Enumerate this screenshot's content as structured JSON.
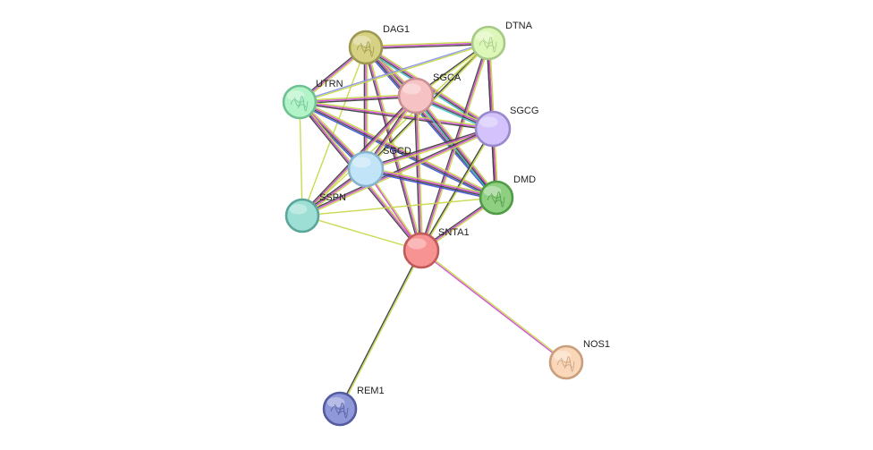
{
  "network": {
    "nodes": [
      {
        "id": "DAG1",
        "label": "DAG1",
        "fill": "#d7d283",
        "stroke": "#9d9852",
        "glyph": "structure"
      },
      {
        "id": "DTNA",
        "label": "DTNA",
        "fill": "#ddf7b8",
        "stroke": "#a6c986",
        "glyph": "structure"
      },
      {
        "id": "UTRN",
        "label": "UTRN",
        "fill": "#b2f3c8",
        "stroke": "#6fc193",
        "glyph": "structure"
      },
      {
        "id": "SGCA",
        "label": "SGCA",
        "fill": "#f6c2c4",
        "stroke": "#c98f92",
        "glyph": "none"
      },
      {
        "id": "SGCG",
        "label": "SGCG",
        "fill": "#d3c2fb",
        "stroke": "#9988cc",
        "glyph": "none"
      },
      {
        "id": "SGCD",
        "label": "SGCD",
        "fill": "#c2e4f8",
        "stroke": "#86b3cf",
        "glyph": "none"
      },
      {
        "id": "DMD",
        "label": "DMD",
        "fill": "#8ecf82",
        "stroke": "#4f9c45",
        "glyph": "structure"
      },
      {
        "id": "SSPN",
        "label": "SSPN",
        "fill": "#9ddfd4",
        "stroke": "#5aa69a",
        "glyph": "none"
      },
      {
        "id": "SNTA1",
        "label": "SNTA1",
        "fill": "#f79393",
        "stroke": "#c25a5a",
        "glyph": "none"
      },
      {
        "id": "NOS1",
        "label": "NOS1",
        "fill": "#fad7b9",
        "stroke": "#c99f7d",
        "glyph": "structure"
      },
      {
        "id": "REM1",
        "label": "REM1",
        "fill": "#8f98d9",
        "stroke": "#535c9e",
        "glyph": "structure"
      }
    ],
    "edges": [
      {
        "a": "DAG1",
        "b": "DTNA",
        "colors": [
          "#c8d84a",
          "#d04ccf",
          "#404040"
        ]
      },
      {
        "a": "DAG1",
        "b": "UTRN",
        "colors": [
          "#c8d84a",
          "#d04ccf",
          "#404040"
        ]
      },
      {
        "a": "DAG1",
        "b": "SGCA",
        "colors": [
          "#c8d84a",
          "#d04ccf",
          "#404040",
          "#3fbfc9"
        ]
      },
      {
        "a": "DAG1",
        "b": "SGCG",
        "colors": [
          "#c8d84a",
          "#d04ccf",
          "#404040",
          "#3fbfc9"
        ]
      },
      {
        "a": "DAG1",
        "b": "SGCD",
        "colors": [
          "#c8d84a",
          "#d04ccf",
          "#404040"
        ]
      },
      {
        "a": "DAG1",
        "b": "DMD",
        "colors": [
          "#c8d84a",
          "#d04ccf",
          "#404040",
          "#3f55d8"
        ]
      },
      {
        "a": "DAG1",
        "b": "SSPN",
        "colors": [
          "#c8d84a"
        ]
      },
      {
        "a": "DAG1",
        "b": "SNTA1",
        "colors": [
          "#c8d84a",
          "#d04ccf",
          "#404040"
        ]
      },
      {
        "a": "DTNA",
        "b": "UTRN",
        "colors": [
          "#c8d84a",
          "#8a97e8"
        ]
      },
      {
        "a": "DTNA",
        "b": "SGCA",
        "colors": [
          "#c8d84a",
          "#404040"
        ]
      },
      {
        "a": "DTNA",
        "b": "SGCG",
        "colors": [
          "#c8d84a",
          "#d04ccf",
          "#404040"
        ]
      },
      {
        "a": "DTNA",
        "b": "SGCD",
        "colors": [
          "#c8d84a",
          "#404040"
        ]
      },
      {
        "a": "DTNA",
        "b": "DMD",
        "colors": [
          "#c8d84a",
          "#d04ccf",
          "#404040"
        ]
      },
      {
        "a": "DTNA",
        "b": "SSPN",
        "colors": [
          "#c8d84a"
        ]
      },
      {
        "a": "DTNA",
        "b": "SNTA1",
        "colors": [
          "#c8d84a",
          "#d04ccf",
          "#404040"
        ]
      },
      {
        "a": "UTRN",
        "b": "SGCA",
        "colors": [
          "#c8d84a",
          "#d04ccf",
          "#404040"
        ]
      },
      {
        "a": "UTRN",
        "b": "SGCG",
        "colors": [
          "#c8d84a",
          "#d04ccf",
          "#404040"
        ]
      },
      {
        "a": "UTRN",
        "b": "SGCD",
        "colors": [
          "#c8d84a",
          "#d04ccf",
          "#404040",
          "#3f55d8"
        ]
      },
      {
        "a": "UTRN",
        "b": "DMD",
        "colors": [
          "#c8d84a",
          "#d04ccf",
          "#404040",
          "#3f55d8"
        ]
      },
      {
        "a": "UTRN",
        "b": "SSPN",
        "colors": [
          "#c8d84a"
        ]
      },
      {
        "a": "UTRN",
        "b": "SNTA1",
        "colors": [
          "#c8d84a",
          "#d04ccf",
          "#404040"
        ]
      },
      {
        "a": "SGCA",
        "b": "SGCG",
        "colors": [
          "#c8d84a",
          "#d04ccf",
          "#404040",
          "#3fbfc9"
        ]
      },
      {
        "a": "SGCA",
        "b": "SGCD",
        "colors": [
          "#c8d84a",
          "#d04ccf",
          "#404040"
        ]
      },
      {
        "a": "SGCA",
        "b": "DMD",
        "colors": [
          "#c8d84a",
          "#d04ccf",
          "#404040",
          "#3fbfc9"
        ]
      },
      {
        "a": "SGCA",
        "b": "SSPN",
        "colors": [
          "#c8d84a",
          "#d04ccf",
          "#404040"
        ]
      },
      {
        "a": "SGCA",
        "b": "SNTA1",
        "colors": [
          "#c8d84a",
          "#d04ccf",
          "#404040"
        ]
      },
      {
        "a": "SGCG",
        "b": "SGCD",
        "colors": [
          "#c8d84a",
          "#d04ccf",
          "#404040"
        ]
      },
      {
        "a": "SGCG",
        "b": "DMD",
        "colors": [
          "#c8d84a",
          "#d04ccf",
          "#404040"
        ]
      },
      {
        "a": "SGCG",
        "b": "SSPN",
        "colors": [
          "#c8d84a",
          "#d04ccf",
          "#404040"
        ]
      },
      {
        "a": "SGCG",
        "b": "SNTA1",
        "colors": [
          "#c8d84a",
          "#404040"
        ]
      },
      {
        "a": "SGCD",
        "b": "DMD",
        "colors": [
          "#c8d84a",
          "#d04ccf",
          "#404040",
          "#3f55d8"
        ]
      },
      {
        "a": "SGCD",
        "b": "SSPN",
        "colors": [
          "#c8d84a",
          "#d04ccf",
          "#404040"
        ]
      },
      {
        "a": "SGCD",
        "b": "SNTA1",
        "colors": [
          "#c8d84a",
          "#d04ccf"
        ]
      },
      {
        "a": "DMD",
        "b": "SSPN",
        "colors": [
          "#c8d84a"
        ]
      },
      {
        "a": "DMD",
        "b": "SNTA1",
        "colors": [
          "#c8d84a",
          "#d04ccf",
          "#404040"
        ]
      },
      {
        "a": "SSPN",
        "b": "SNTA1",
        "colors": [
          "#c8d84a"
        ]
      },
      {
        "a": "SNTA1",
        "b": "NOS1",
        "colors": [
          "#c8d84a",
          "#d04ccf"
        ]
      },
      {
        "a": "SNTA1",
        "b": "REM1",
        "colors": [
          "#c8d84a",
          "#404040"
        ]
      }
    ]
  }
}
